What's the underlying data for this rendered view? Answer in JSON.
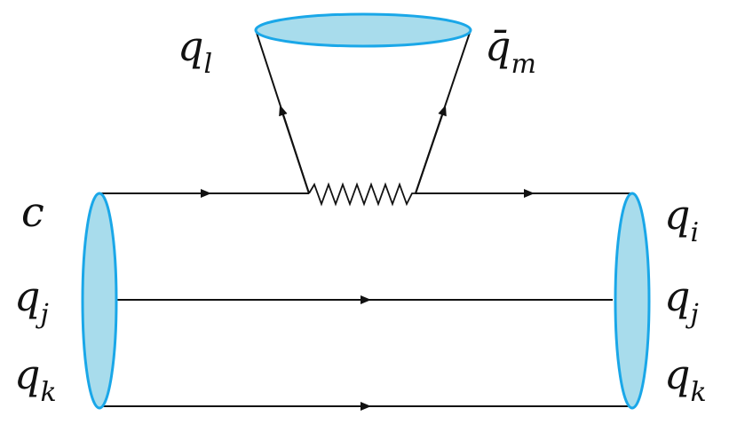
{
  "colors": {
    "line": "#111111",
    "blob_fill": "#a8dcec",
    "blob_stroke": "#1aa7e8"
  },
  "labels": {
    "c": "c",
    "q_left_j": {
      "base": "q",
      "sub": "j"
    },
    "q_left_k": {
      "base": "q",
      "sub": "k"
    },
    "q_right_i": {
      "base": "q",
      "sub": "i"
    },
    "q_right_j": {
      "base": "q",
      "sub": "j"
    },
    "q_right_k": {
      "base": "q",
      "sub": "k"
    },
    "q_top_l": {
      "base": "q",
      "sub": "l"
    },
    "qbar_top_m": {
      "base": "q̄",
      "sub": "m"
    }
  }
}
